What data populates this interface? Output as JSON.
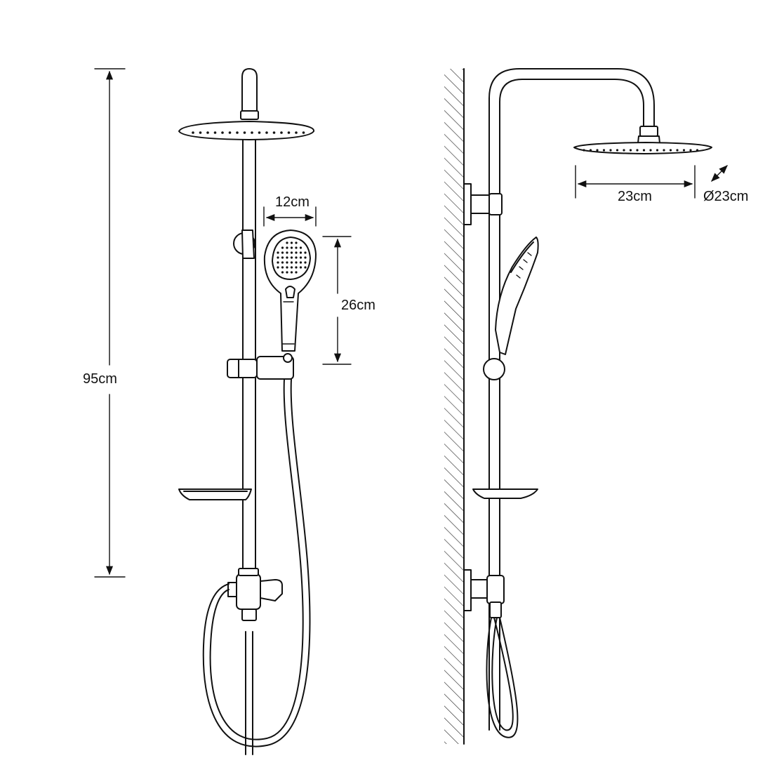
{
  "dimensions": {
    "total_height": "95cm",
    "hand_shower_width": "12cm",
    "hand_shower_length": "26cm",
    "head_width": "23cm",
    "head_diameter": "Ø23cm"
  },
  "views": [
    "front-view",
    "side-view"
  ],
  "icons": {
    "dimension_arrow": "arrow-icon",
    "diameter_arrow": "diagonal-arrow-icon"
  },
  "colors": {
    "line": "#111111",
    "background": "#ffffff"
  }
}
